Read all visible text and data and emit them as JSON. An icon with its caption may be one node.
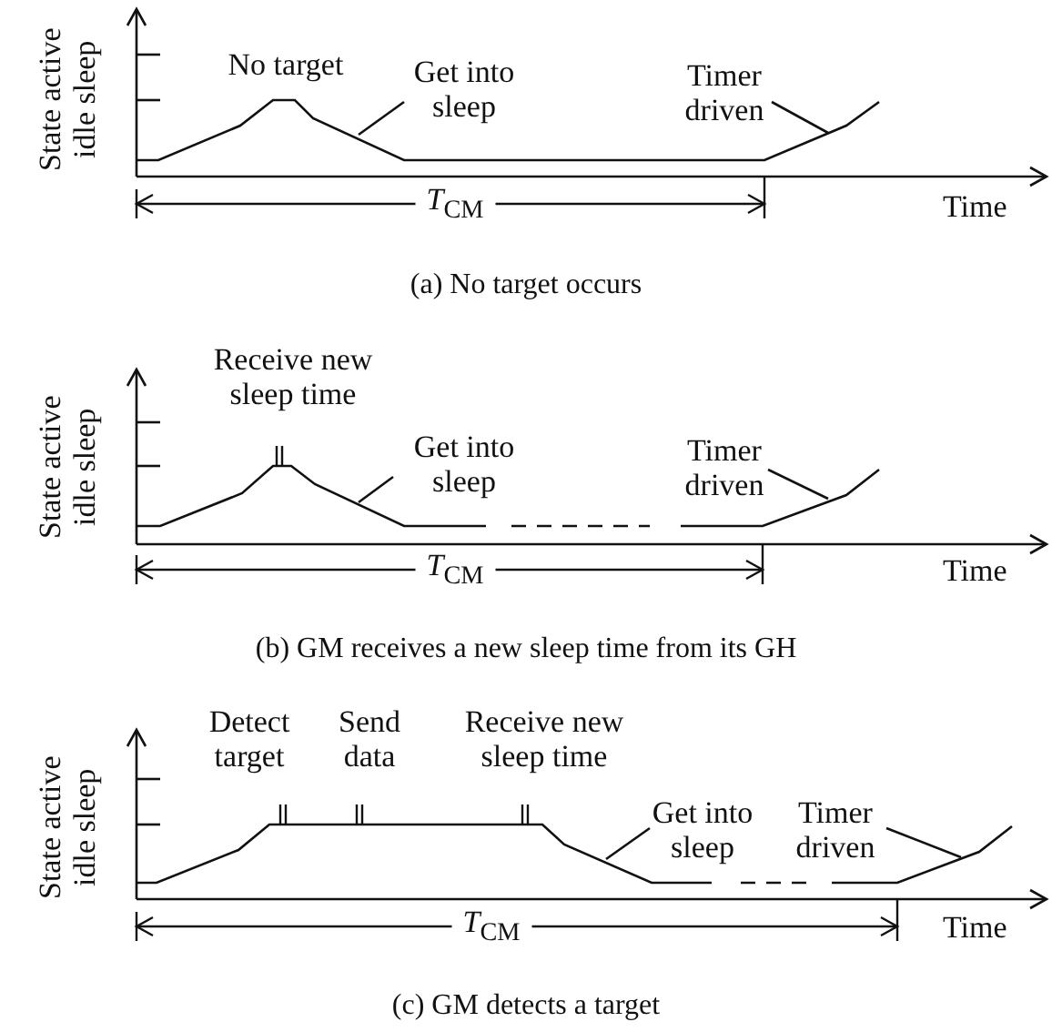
{
  "diagram": {
    "nodes": [
      {
        "text": [
          "Get into sleep"
        ]
      },
      {
        "text": [
          "Timer driven"
        ]
      },
      {
        "text": [
          "Get into sleep"
        ]
      },
      {
        "text": [
          "Timer driven"
        ]
      },
      {
        "text": [
          "Get into sleep"
        ]
      },
      {
        "text": [
          "Timer driven"
        ]
      },
      {
        "text": [],
        "shape": "line"
      },
      {
        "text": [],
        "shape": "line"
      },
      {
        "text": [],
        "shape": "line"
      }
    ],
    "edges": [
      {
        "from": 0,
        "to": 6,
        "arrow": "none"
      },
      {
        "from": 1,
        "to": 6,
        "arrow": "none"
      },
      {
        "from": 2,
        "to": 7,
        "arrow": "none"
      },
      {
        "from": 3,
        "to": 7,
        "arrow": "none"
      },
      {
        "from": 4,
        "to": 8,
        "arrow": "none"
      },
      {
        "from": 5,
        "to": 8,
        "arrow": "none"
      }
    ],
    "labels": [
      "State active idle sleep",
      "No target",
      "*T*$_{CM}$",
      "Time",
      "(a)  No target occurs",
      "State active idle sleep",
      "Receive new sleep time",
      "*T*$_{CM}$",
      "Time",
      "(b)  GM receives a new sleep time from its GH",
      "State active idle sleep",
      "Detect target",
      "Send data",
      "Receive new sleep time",
      "*T*$_{CM}$",
      "Time",
      "(c)  GM detects a target"
    ]
  }
}
